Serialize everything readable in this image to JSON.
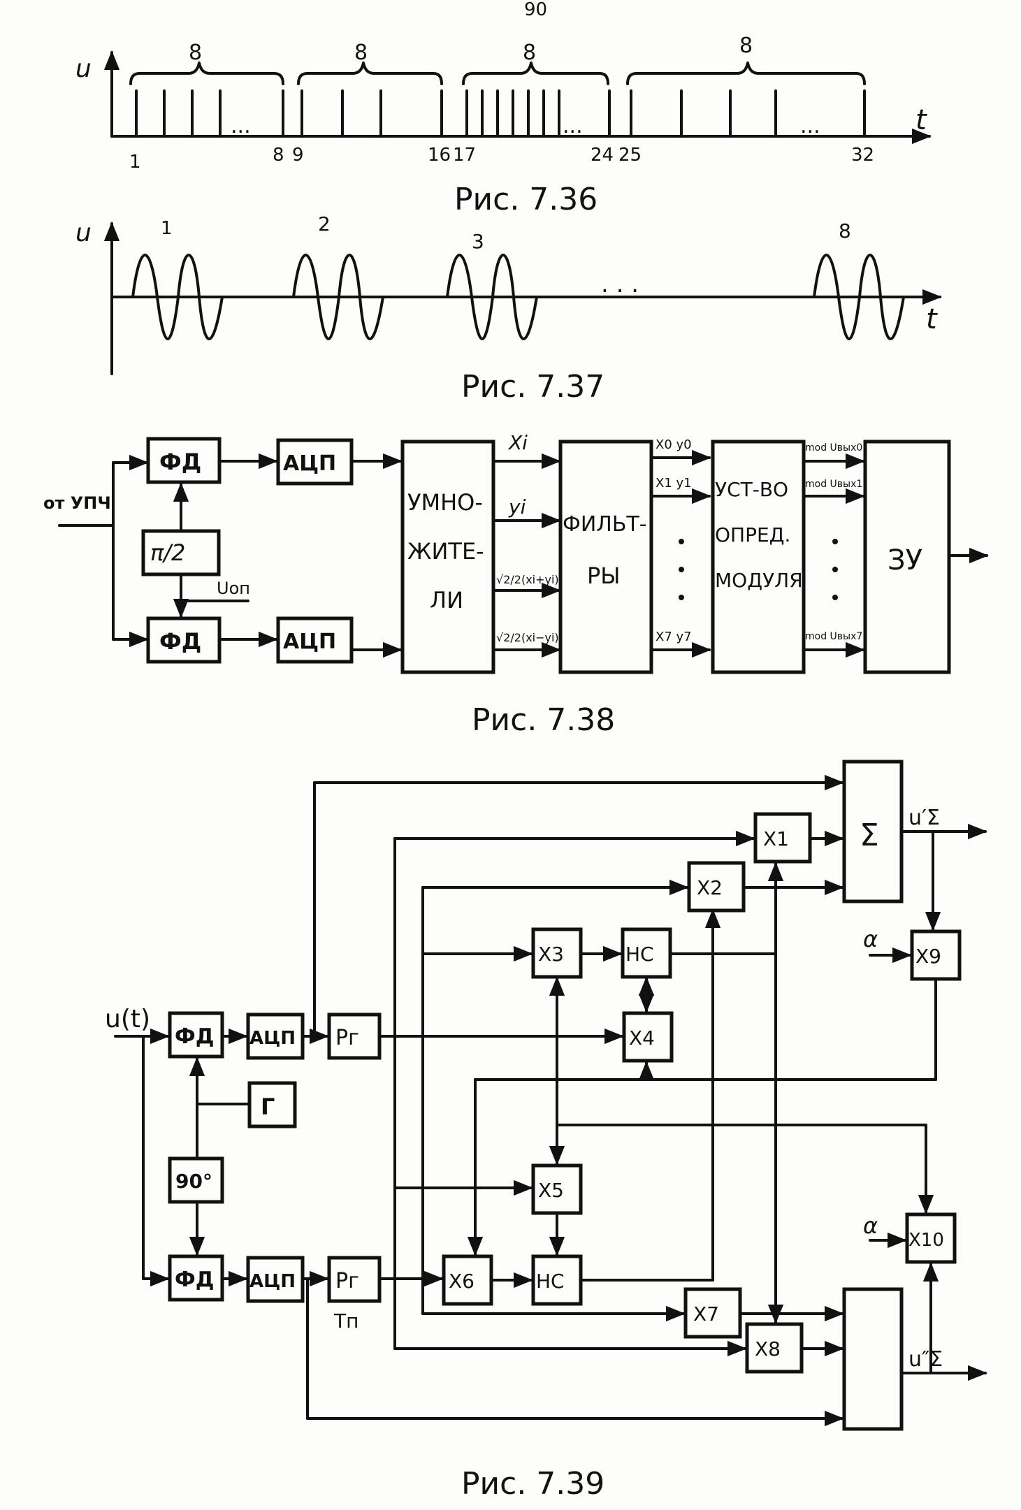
{
  "page_number": "90",
  "fig736": {
    "caption": "Рис. 7.36",
    "axis_u": "u",
    "axis_t": "t",
    "group_labels": [
      "8",
      "8",
      "8",
      "8"
    ],
    "ticks": [
      "1",
      "8",
      "9",
      "16",
      "17",
      "24",
      "25",
      "32"
    ],
    "ellipsis": "..."
  },
  "fig737": {
    "caption": "Рис. 7.37",
    "axis_u": "u",
    "axis_t": "t",
    "pulse_labels": [
      "1",
      "2",
      "3",
      "8"
    ],
    "ellipsis": ". . ."
  },
  "fig738": {
    "caption": "Рис. 7.38",
    "input_label": "от УПЧ",
    "blocks": {
      "pd_top": "ФД",
      "pd_bottom": "ФД",
      "phase_shift": "π/2",
      "adc_top": "АЦП",
      "adc_bottom": "АЦП",
      "multipliers": [
        "УМНО-",
        "ЖИТЕ-",
        "ЛИ"
      ],
      "filters": [
        "ФИЛЬТ-",
        "РЫ"
      ],
      "modulus": [
        "УСТ-ВО",
        "ОПРЕД.",
        "МОДУЛЯ"
      ],
      "memory": "ЗУ"
    },
    "u_op": "Uоп",
    "sig_xi": "Xi",
    "sig_yi": "yi",
    "sig_sum": "√2/2(xi+yi)",
    "sig_diff": "√2/2(xi−yi)",
    "out_f0": "X0 y0",
    "out_f1": "X1 y1",
    "out_f7": "X7 y7",
    "out_m0": "mod Uвых0",
    "out_m1": "mod Uвых1",
    "out_m7": "mod Uвых7"
  },
  "fig739": {
    "caption": "Рис. 7.39",
    "input": "u(t)",
    "pd_top": "ФД",
    "pd_bottom": "ФД",
    "adc_top": "АЦП",
    "adc_bottom": "АЦП",
    "reg_top": "Рг",
    "reg_bottom": "Рг",
    "tp": "Тп",
    "gen": "Г",
    "phase": "90°",
    "x1": "X1",
    "x2": "X2",
    "x3": "X3",
    "x4": "X4",
    "x5": "X5",
    "x6": "X6",
    "x7": "X7",
    "x8": "X8",
    "x9": "X9",
    "x10": "X10",
    "hc_top": "НС",
    "hc_bottom": "НС",
    "sum": "Σ",
    "alpha_top": "α",
    "alpha_bottom": "α",
    "out_top": "u′Σ",
    "out_bottom": "u″Σ"
  }
}
